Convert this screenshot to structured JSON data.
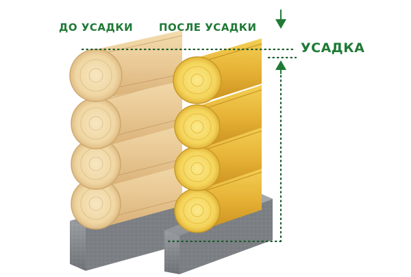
{
  "labels": {
    "before": "ДО УСАДКИ",
    "after": "ПОСЛЕ УСАДКИ",
    "shrinkage": "УСАДКА"
  },
  "colors": {
    "label_green": "#1f7a35",
    "dotted_line": "#1a5a2a",
    "log_before_face": "#f2d6a0",
    "log_before_body": "#e6c48a",
    "log_after_face": "#f5dd62",
    "log_after_body": "#e8b73a",
    "foundation": "#8a8e92"
  },
  "icons": {
    "shrinkage_marker": "double-arrow-vertical-icon"
  }
}
